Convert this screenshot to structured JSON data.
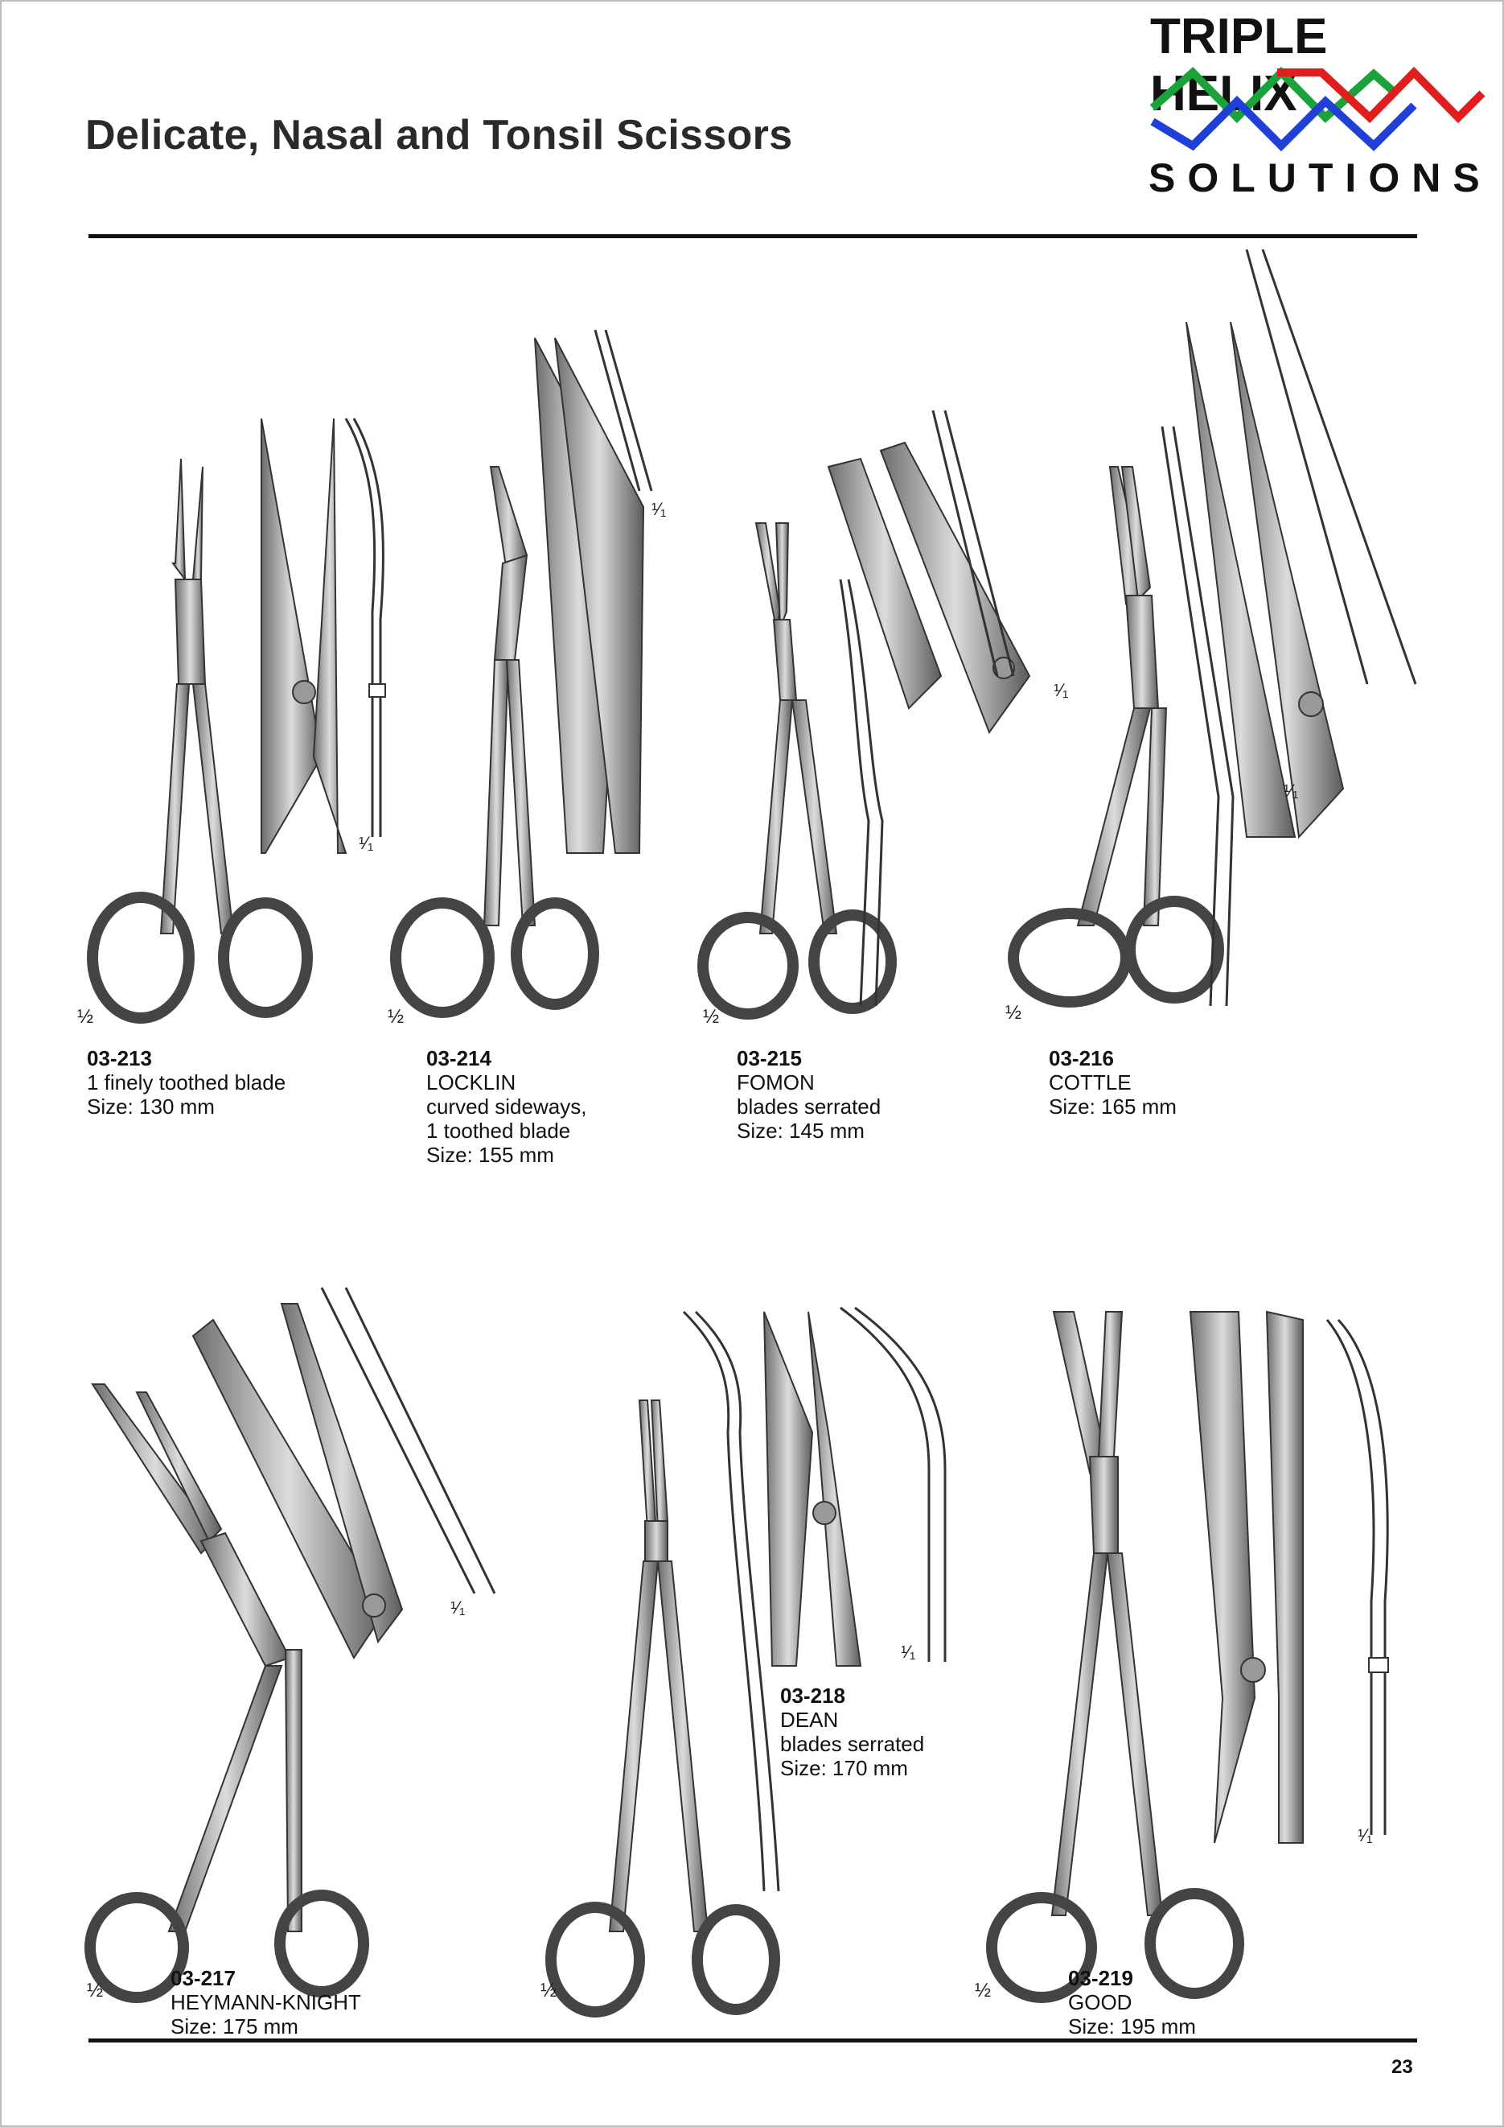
{
  "header": {
    "title": "Delicate, Nasal and Tonsil Scissors"
  },
  "logo": {
    "line1": "TRIPLE HELIX",
    "line2": "SOLUTIONS",
    "colors": {
      "green": "#1aa33a",
      "red": "#e01e1e",
      "blue": "#1f3fd6"
    }
  },
  "items": [
    {
      "code": "03-213",
      "lines": [
        "1 finely toothed blade",
        "Size: 130 mm"
      ],
      "scale": "½",
      "detail_scale": "¹⁄₁"
    },
    {
      "code": "03-214",
      "lines": [
        "LOCKLIN",
        "curved sideways,",
        "1 toothed blade",
        "Size: 155 mm"
      ],
      "scale": "½",
      "detail_scale": "¹⁄₁"
    },
    {
      "code": "03-215",
      "lines": [
        "FOMON",
        "blades serrated",
        "Size: 145 mm"
      ],
      "scale": "½",
      "detail_scale": "¹⁄₁"
    },
    {
      "code": "03-216",
      "lines": [
        "COTTLE",
        "Size: 165 mm"
      ],
      "scale": "½",
      "detail_scale": "¹⁄₁"
    },
    {
      "code": "03-217",
      "lines": [
        "HEYMANN-KNIGHT",
        "Size: 175 mm"
      ],
      "scale": "½",
      "detail_scale": "¹⁄₁"
    },
    {
      "code": "03-218",
      "lines": [
        "DEAN",
        "blades serrated",
        "Size: 170 mm"
      ],
      "scale": "½",
      "detail_scale": "¹⁄₁"
    },
    {
      "code": "03-219",
      "lines": [
        "GOOD",
        "Size: 195 mm"
      ],
      "scale": "½",
      "detail_scale": "¹⁄₁"
    }
  ],
  "footer": {
    "page_number": "23"
  }
}
